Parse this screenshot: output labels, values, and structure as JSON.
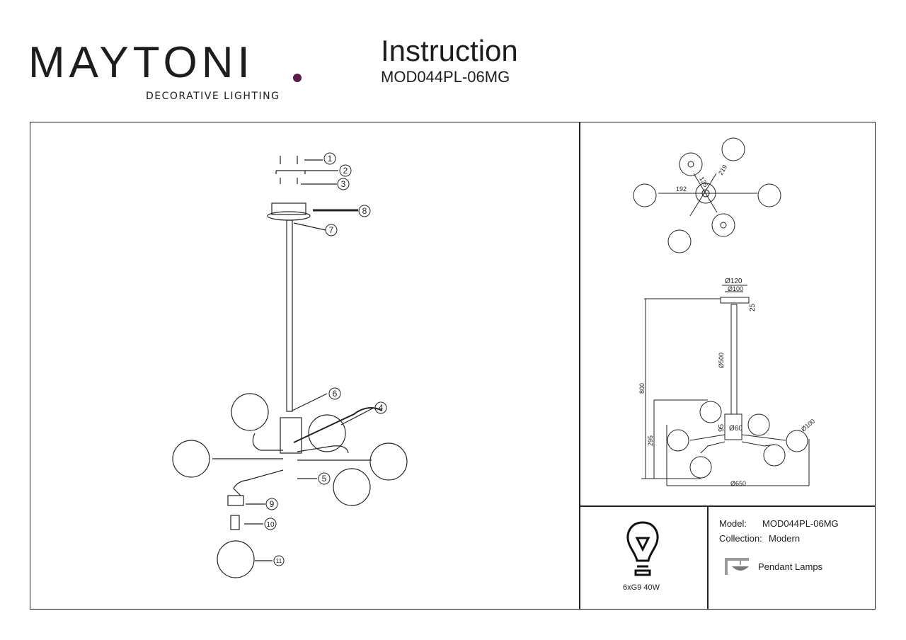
{
  "brand": {
    "name": "MAYTONI",
    "tagline": "DECORATIVE LIGHTING",
    "accent_color": "#5a1a4a"
  },
  "header": {
    "title": "Instruction",
    "model": "MOD044PL-06MG"
  },
  "assembly": {
    "callouts": [
      "1",
      "2",
      "3",
      "4",
      "5",
      "6",
      "7",
      "8",
      "9",
      "10",
      "11"
    ]
  },
  "dimensions": {
    "top_view": {
      "arm": "192",
      "arm2": "135",
      "arm3": "219"
    },
    "side_view": {
      "canopy_outer": "Ø120",
      "canopy_inner": "Ø100",
      "canopy_height": "25",
      "rod_length": "Ø500",
      "total_height": "800",
      "body_height": "95",
      "body_diameter": "Ø60",
      "shade": "Ø100",
      "lamp_height": "295",
      "total_width": "Ø650"
    }
  },
  "specs": {
    "bulb": "6xG9 40W",
    "model_label": "Model:",
    "model_value": "MOD044PL-06MG",
    "collection_label": "Collection:",
    "collection_value": "Modern",
    "type_label": "Pendant Lamps"
  }
}
